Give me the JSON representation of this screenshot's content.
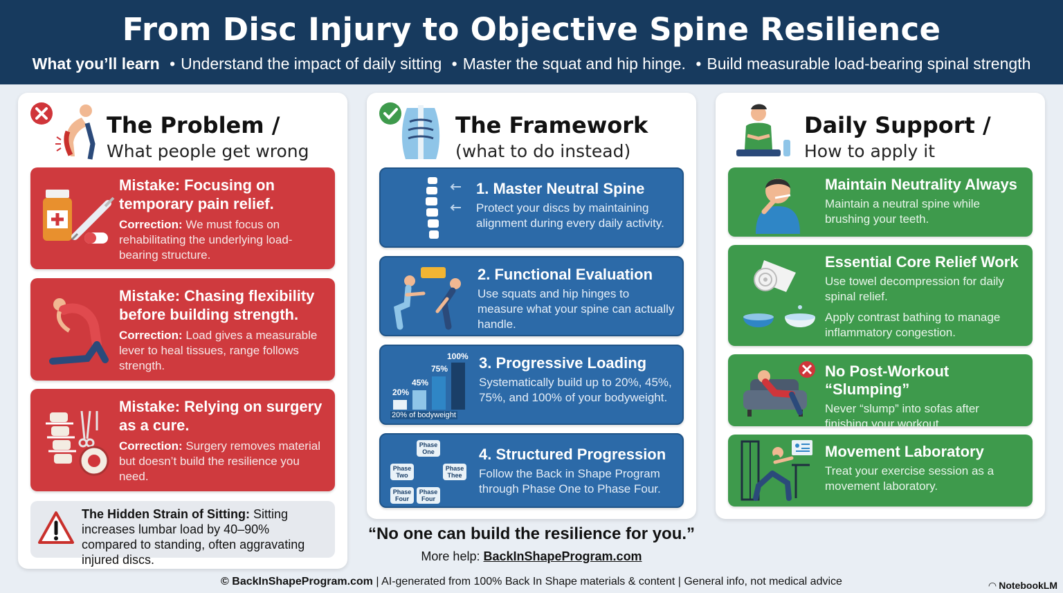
{
  "header": {
    "title": "From Disc Injury to Objective Spine Resilience",
    "learn_label": "What you’ll learn",
    "learn_items": [
      "Understand the impact of daily sitting",
      "Master the squat and hip hinge.",
      "Build measurable load-bearing spinal strength"
    ]
  },
  "problem": {
    "title": "The Problem /",
    "subtitle": "What people get wrong",
    "head_icon": "back-pain-person-with-x-icon",
    "mistakes": [
      {
        "title": "Mistake: Focusing on temporary pain relief.",
        "correction_label": "Correction:",
        "correction": "We must focus on rehabilitating the underlying load-bearing structure.",
        "icon": "medicine-syringe-pills-icon"
      },
      {
        "title": "Mistake: Chasing flexibility before building strength.",
        "correction_label": "Correction:",
        "correction": "Load gives a measurable lever to heal tissues, range follows strength.",
        "icon": "backbend-stretch-icon"
      },
      {
        "title": "Mistake: Relying on surgery as a cure.",
        "correction_label": "Correction:",
        "correction": "Surgery removes material but doesn’t build the resilience you need.",
        "icon": "spine-surgery-tools-icon"
      }
    ],
    "warning": {
      "label": "The Hidden Strain of Sitting:",
      "text": "Sitting increases lumbar load by 40–90% compared to standing, often aggravating injured discs.",
      "icon": "warning-triangle-icon"
    }
  },
  "framework": {
    "title": "The Framework",
    "subtitle": "(what to do instead)",
    "head_icon": "spine-torso-with-check-icon",
    "steps": [
      {
        "title": "1. Master Neutral Spine",
        "body": "Protect your discs by maintaining alignment during every daily activity.",
        "icon": "spine-alignment-icon"
      },
      {
        "title": "2. Functional Evaluation",
        "body": "Use squats and hip hinges to measure what your spine can actually handle.",
        "icon": "squat-hinge-measure-icon"
      },
      {
        "title": "3. Progressive Loading",
        "body": "Systematically build up to 20%, 45%, 75%, and 100% of your bodyweight.",
        "icon": "load-bar-chart-icon",
        "load_levels": [
          "20%",
          "45%",
          "75%",
          "100%"
        ],
        "load_caption": "20% of bodyweight"
      },
      {
        "title": "4. Structured Progression",
        "body": "Follow the Back in Shape Program through Phase One to Phase Four.",
        "icon": "phase-flow-icon",
        "phases": [
          "Phase One",
          "Phase Two",
          "Phase Thee",
          "Phase Four",
          "Phase Four"
        ]
      }
    ],
    "quote": "“No one can build the resilience for you.”",
    "help_label": "More help:",
    "help_link": "BackInShapeProgram.com"
  },
  "support": {
    "title": "Daily Support /",
    "subtitle": "How to apply it",
    "head_icon": "meditating-person-icon",
    "items": [
      {
        "title": "Maintain Neutrality Always",
        "body": "Maintain a neutral spine while brushing your teeth.",
        "icon": "toothbrush-person-icon"
      },
      {
        "title": "Essential Core Relief Work",
        "body": "Use towel decompression for daily spinal relief.",
        "body2": "Apply contrast bathing to manage inflammatory congestion.",
        "icon": "towel-bowls-icon"
      },
      {
        "title": "No Post-Workout “Slumping”",
        "body": "Never “slump” into sofas after finishing your workout.",
        "icon": "slumping-sofa-icon"
      },
      {
        "title": "Movement Laboratory",
        "body": "Treat your exercise session as a movement laboratory.",
        "icon": "lunge-lab-icon"
      }
    ]
  },
  "footer": {
    "copyright_site": "© BackInShapeProgram.com",
    "text": "| AI-generated from 100% Back In Shape materials & content | General info, not medical advice",
    "brand": "NotebookLM"
  },
  "colors": {
    "header": "#173a5e",
    "red": "#cf3a3e",
    "blue": "#2c6aa8",
    "green": "#3e9a4c",
    "background": "#e9eef4"
  }
}
